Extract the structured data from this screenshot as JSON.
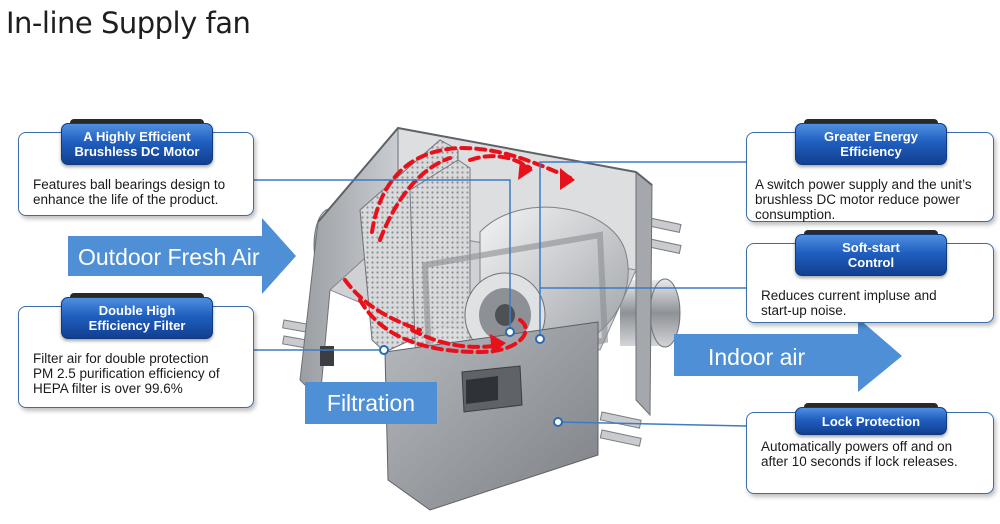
{
  "title": "In-line Supply fan",
  "callouts": {
    "motor": {
      "title": "A Highly Efficient\nBrushless DC Motor",
      "text": "Features ball bearings design to\nenhance the life of the product."
    },
    "filter": {
      "title": "Double High\nEfficiency Filter",
      "text": "Filter air for double protection\nPM 2.5 purification efficiency of\nHEPA filter is over 99.6%"
    },
    "energy": {
      "title": "Greater Energy\nEfficiency",
      "text": "A switch power supply and the unit’s\nbrushless DC motor reduce power\nconsumption."
    },
    "softstart": {
      "title": "Soft-start\nControl",
      "text": "Reduces current impluse and\nstart-up noise."
    },
    "lock": {
      "title": "Lock Protection",
      "text": "Automatically powers off and on\nafter 10 seconds if lock releases."
    }
  },
  "flows": {
    "outdoor": "Outdoor Fresh Air",
    "indoor": "Indoor  air",
    "filtration": "Filtration"
  },
  "colors": {
    "arrow_fill": "#4f8fd6",
    "badge": "#1f5fbf",
    "card_border": "#3b6ea8",
    "leader": "#3b7cc4",
    "airflow": "#e8101a"
  }
}
